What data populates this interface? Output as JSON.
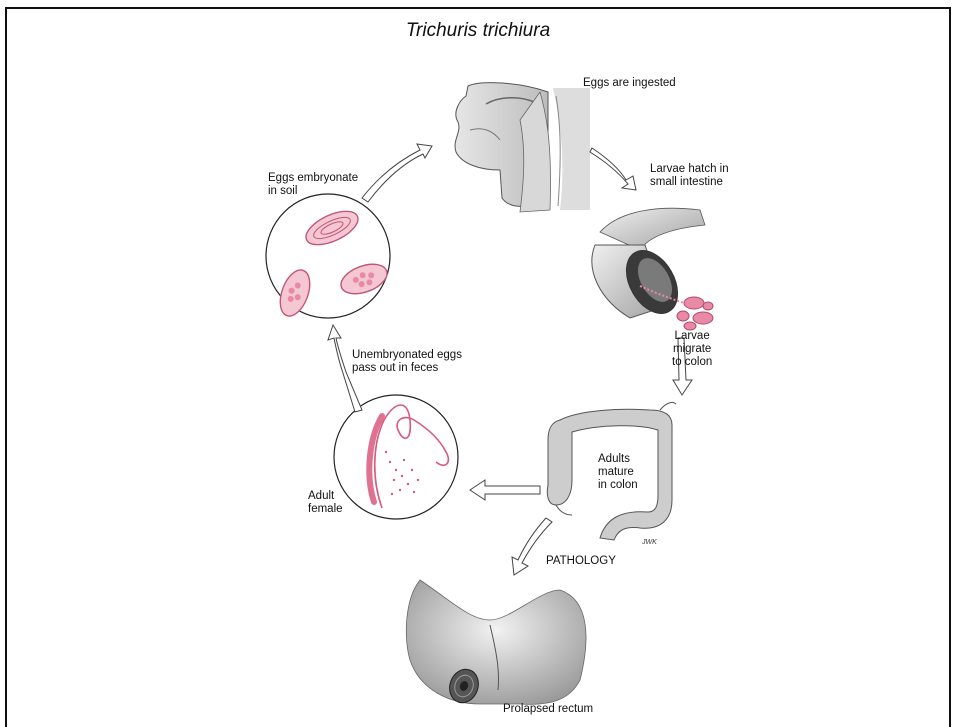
{
  "title": "Trichuris trichiura",
  "labels": {
    "eggs_ingested": "Eggs are ingested",
    "larvae_hatch": "Larvae hatch in\nsmall intestine",
    "larvae_migrate": "Larvae\nmigrate\nto colon",
    "adults_mature": "Adults\nmature\nin colon",
    "pathology": "PATHOLOGY",
    "prolapsed_rectum": "Prolapsed rectum",
    "adult_female": "Adult\nfemale",
    "unembryonated": "Unembryonated eggs\npass out in feces",
    "embryonate": "Eggs embryonate\nin soil",
    "signature": "JWK"
  },
  "colors": {
    "egg_pink": "#e88aa6",
    "worm_pink": "#d9587e",
    "ink": "#333333",
    "organ_gray": "#c9c9c9"
  }
}
